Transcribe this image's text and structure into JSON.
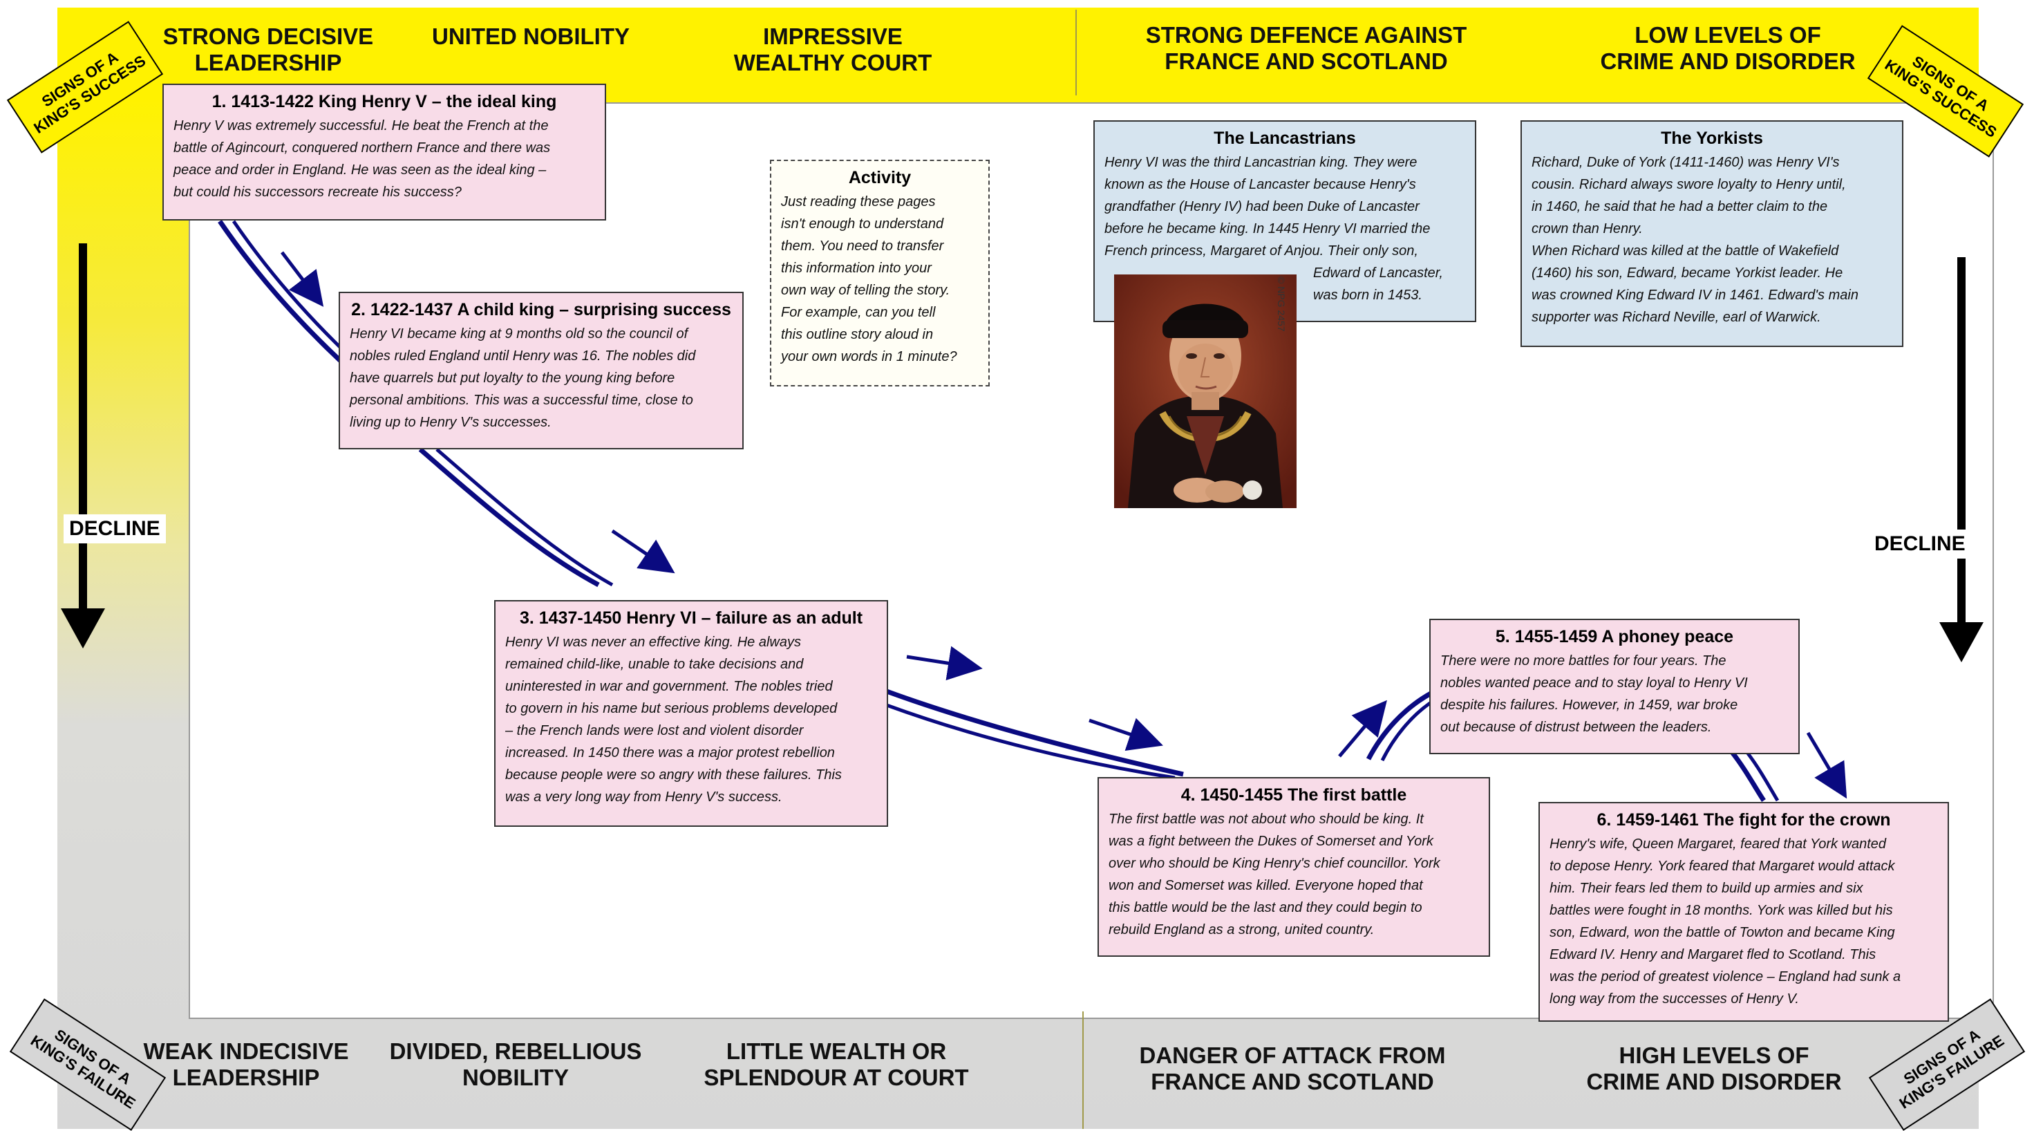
{
  "headers_top": [
    {
      "text": "STRONG DECISIVE\nLEADERSHIP"
    },
    {
      "text": "UNITED NOBILITY"
    },
    {
      "text": "IMPRESSIVE\nWEALTHY COURT"
    },
    {
      "text": "STRONG DEFENCE AGAINST\nFRANCE AND SCOTLAND"
    },
    {
      "text": "LOW LEVELS OF\nCRIME AND DISORDER"
    }
  ],
  "headers_bottom": [
    {
      "text": "WEAK INDECISIVE\nLEADERSHIP"
    },
    {
      "text": "DIVIDED, REBELLIOUS\nNOBILITY"
    },
    {
      "text": "LITTLE WEALTH OR\nSPLENDOUR AT COURT"
    },
    {
      "text": "DANGER OF ATTACK FROM\nFRANCE AND SCOTLAND"
    },
    {
      "text": "HIGH LEVELS OF\nCRIME AND DISORDER"
    }
  ],
  "corners": {
    "success_left": "SIGNS OF A\nKING'S SUCCESS",
    "success_right": "SIGNS OF A\nKING'S SUCCESS",
    "failure_left": "SIGNS OF A\nKING'S FAILURE",
    "failure_right": "SIGNS OF A\nKING'S FAILURE"
  },
  "decline_left": "DECLINE",
  "decline_right": "DECLINE",
  "stages": [
    {
      "title": "1. 1413-1422 King Henry V – the ideal king",
      "body": "Henry V was extremely successful. He beat the French at the\nbattle of Agincourt, conquered northern France and there was\npeace and order in England. He was seen as the ideal king –\nbut could his successors recreate his success?"
    },
    {
      "title": "2. 1422-1437 A child king – surprising success",
      "body": "Henry VI became king at 9 months old so the council of\nnobles ruled England until Henry was 16. The nobles did\nhave quarrels but put loyalty to the young king before\npersonal ambitions. This was a successful time, close to\nliving up to Henry V's successes."
    },
    {
      "title": "3. 1437-1450 Henry VI – failure as an adult",
      "body": "Henry VI was never an effective king. He always\nremained child-like, unable to take decisions and\nuninterested in war and government. The nobles tried\nto govern in his name but serious problems developed\n– the French lands were lost and violent disorder\nincreased. In 1450 there was a major protest rebellion\nbecause people were so angry with these failures. This\nwas a very long way from Henry V's success."
    },
    {
      "title": "4. 1450-1455 The first battle",
      "body": "The first battle was not about who should be king. It\nwas a fight between the Dukes of Somerset and York\nover who should be King Henry's chief councillor. York\nwon and Somerset was killed. Everyone hoped that\nthis battle would be the last and they could begin to\nrebuild England as a strong, united country."
    },
    {
      "title": "5. 1455-1459 A phoney peace",
      "body": "There were no more battles for four years. The\nnobles wanted peace and to stay loyal to Henry VI\ndespite his failures. However, in 1459, war broke\nout because of distrust between the leaders."
    },
    {
      "title": "6. 1459-1461 The fight for the crown",
      "body": "Henry's wife, Queen Margaret, feared that York wanted\nto depose Henry. York feared that Margaret would attack\nhim. Their fears led them to build up armies and six\nbattles were fought in 18 months. York was killed but his\nson, Edward, won the battle of Towton and became King\nEdward IV. Henry and Margaret fled to Scotland. This\nwas the period of greatest violence – England had sunk a\nlong way from the successes of Henry V."
    }
  ],
  "activity": {
    "title": "Activity",
    "body": "Just reading these pages\nisn't enough to understand\nthem. You need to transfer\nthis information into your\nown way of telling the story.\nFor example, can you tell\nthis outline story aloud in\nyour own words in 1 minute?"
  },
  "lancastrians": {
    "title": "The Lancastrians",
    "body": "Henry VI was the third Lancastrian king. They were\nknown as the House of Lancaster because Henry's\ngrandfather (Henry IV) had been Duke of Lancaster\nbefore he became king. In 1445 Henry VI married the\nFrench princess, Margaret of Anjou. Their only son,",
    "body_tail": "Edward of Lancaster,\nwas born in 1453."
  },
  "yorkists": {
    "title": "The Yorkists",
    "body": "Richard, Duke of York (1411-1460) was Henry VI's\ncousin. Richard always swore loyalty to Henry until,\nin 1460, he said that he had a better claim to the\ncrown than Henry.\nWhen Richard was killed at the battle of Wakefield\n(1460) his son, Edward, became Yorkist leader. He\nwas crowned King Edward IV in 1461. Edward's main\nsupporter was Richard Neville, earl of Warwick."
  },
  "portrait_credit": "© NPG 2457",
  "colors": {
    "yellow": "#fff200",
    "grey": "#d6d6d6",
    "pink": "#f8dce8",
    "blue": "#d6e4ef",
    "navy": "#0a0a80"
  }
}
